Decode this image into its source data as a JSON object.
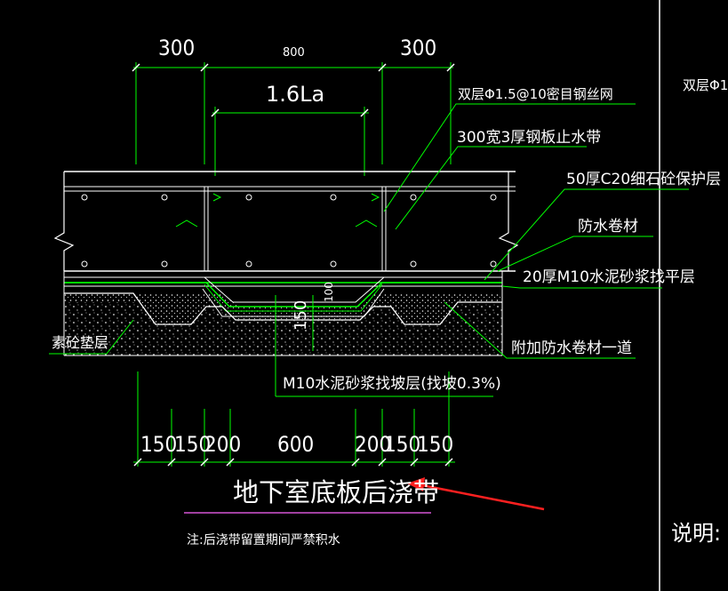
{
  "top_dimensions": [
    "300",
    "800",
    "300"
  ],
  "inner_dimension": "1.6La",
  "bottom_dimensions": [
    "150",
    "150",
    "200",
    "600",
    "200",
    "150",
    "150"
  ],
  "rotated_dimension": "150",
  "slab_label": "100",
  "callouts": {
    "mesh": "双层Φ1.5@10密目钢丝网",
    "mesh_cut": "双层Φ1",
    "waterstop": "300宽3厚钢板止水带",
    "protect": "50厚C20细石砼保护层",
    "membrane": "防水卷材",
    "leveling": "20厚M10水泥砂浆找平层",
    "extra_membrane": "附加防水卷材一道",
    "slope": "M10水泥砂浆找坡层(找坡0.3%)",
    "cushion": "素砼垫层"
  },
  "title": "地下室底板后浇带",
  "note": "注:后浇带留置期间严禁积水",
  "side_label": "说明:",
  "colors": {
    "background": "#000000",
    "text": "#ffffff",
    "dimension": "#00ff00",
    "leader": "#00ff00",
    "title_underline": "#ff66ff",
    "arrow": "#ff2020"
  }
}
